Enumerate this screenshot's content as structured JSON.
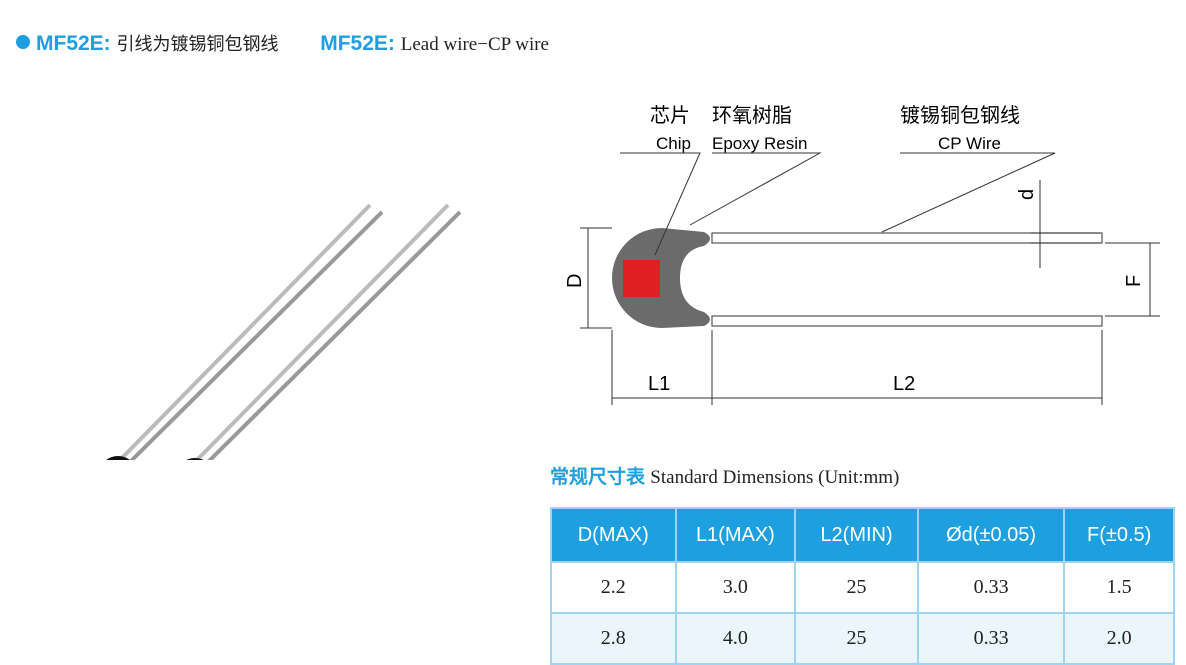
{
  "header": {
    "model": "MF52E:",
    "cn_desc": "引线为镀锡铜包钢线",
    "model_en": "MF52E:",
    "en_desc": "Lead wire−CP wire"
  },
  "diagram": {
    "chip_cn": "芯片",
    "chip_en": "Chip",
    "epoxy_cn": "环氧树脂",
    "epoxy_en": "Epoxy Resin",
    "wire_cn": "镀锡铜包钢线",
    "wire_en": "CP Wire",
    "dim_D": "D",
    "dim_d": "d",
    "dim_F": "F",
    "dim_L1": "L1",
    "dim_L2": "L2"
  },
  "table": {
    "title_cn": "常规尺寸表",
    "title_en": "Standard Dimensions (Unit:mm)",
    "headers": [
      "D(MAX)",
      "L1(MAX)",
      "L2(MIN)",
      "Ød(±0.05)",
      "F(±0.5)"
    ],
    "rows": [
      [
        "2.2",
        "3.0",
        "25",
        "0.33",
        "1.5"
      ],
      [
        "2.8",
        "4.0",
        "25",
        "0.33",
        "2.0"
      ]
    ]
  },
  "colors": {
    "accent": "#1e9fe0",
    "chip": "#e02020",
    "epoxy": "#6b6b6b"
  }
}
